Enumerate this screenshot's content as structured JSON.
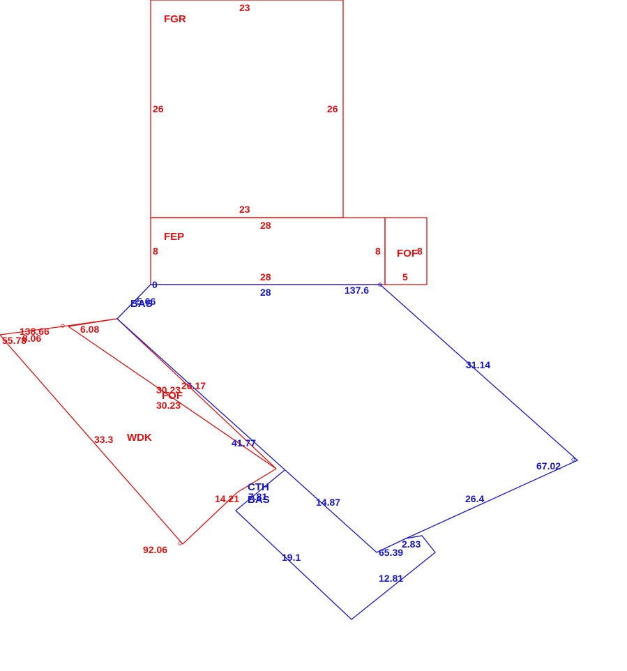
{
  "colors": {
    "red": "#dd1111",
    "blue": "#1616c8"
  },
  "areas": {
    "fgr": {
      "label": "FGR",
      "top": "23",
      "left": "26",
      "right": "26",
      "bottom": "23"
    },
    "fep": {
      "label": "FEP",
      "top": "28",
      "left": "8",
      "right": "8",
      "bottom": "28"
    },
    "fof_right": {
      "label": "FOF",
      "side": "8",
      "bottom": "5"
    },
    "bas_main": {
      "label": "BAS",
      "top": "28",
      "start": "0",
      "corner_a": "5.66",
      "corner_b": "137.6",
      "right": "31.14",
      "corner_c": "67.02",
      "lower": "26.4",
      "step": "2.83",
      "corner_d": "65.39",
      "diag": "14.87",
      "long_diag": "41.77"
    },
    "wdk": {
      "label": "WDK",
      "top": "6.08",
      "corner_a": "138.66",
      "corner_b": "8.06",
      "corner_c": "55.78",
      "left": "33.3",
      "corner_d": "92.06",
      "lower": "14.21"
    },
    "fof_mid": {
      "label": "FOF",
      "a": "30.23",
      "b": "26.17",
      "c": "30.23"
    },
    "cth": {
      "label": "CTH",
      "bas_label": "BAS",
      "short": "7.81",
      "left": "19.1",
      "right": "12.81"
    }
  }
}
